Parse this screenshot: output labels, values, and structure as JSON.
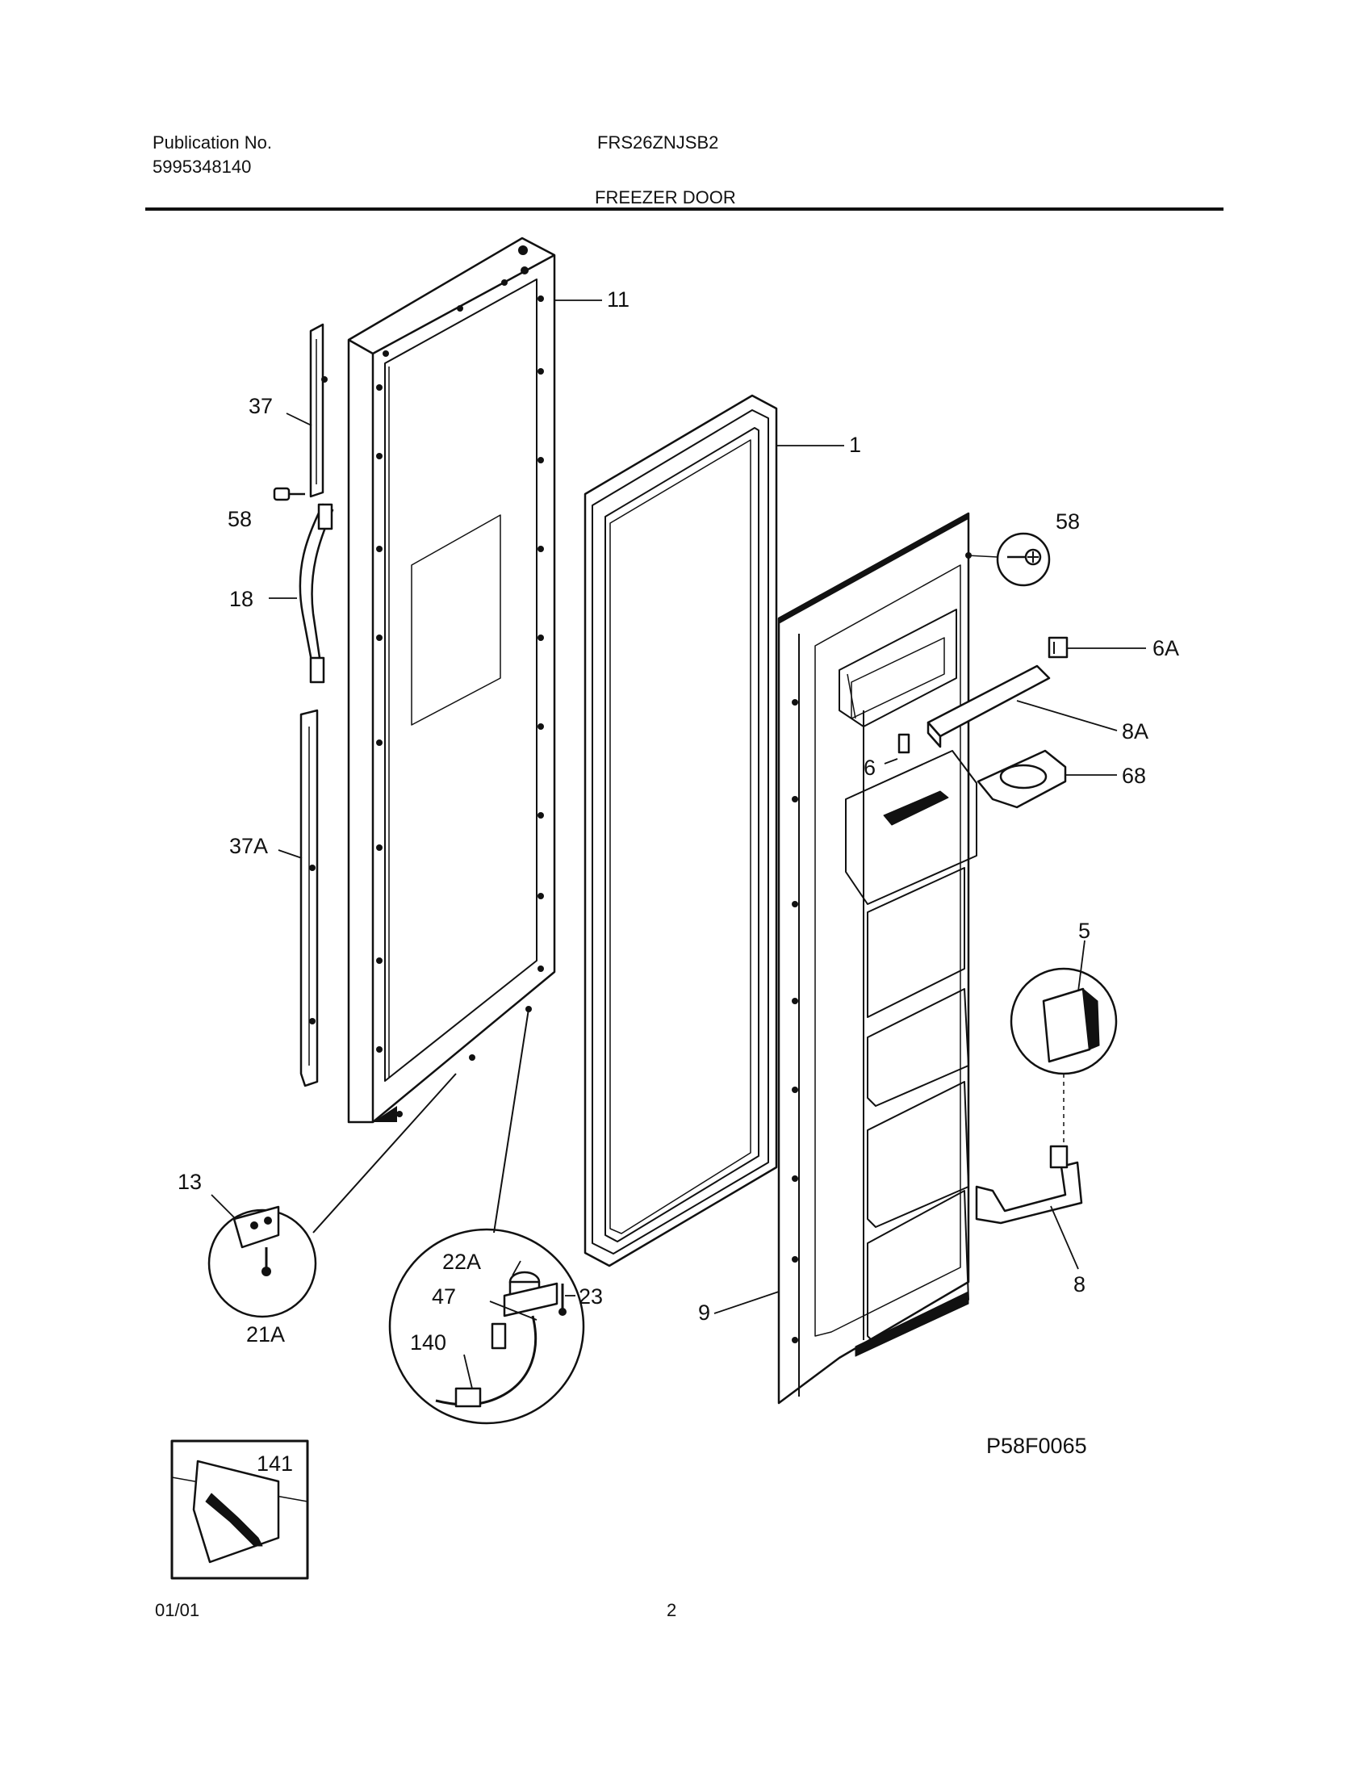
{
  "header": {
    "publication_label": "Publication No.",
    "publication_number": "5995348140",
    "model": "FRS26ZNJSB2",
    "section_title": "FREEZER DOOR"
  },
  "callouts": {
    "c11": "11",
    "c1": "1",
    "c37": "37",
    "c58_left": "58",
    "c18": "18",
    "c37a": "37A",
    "c13": "13",
    "c21a": "21A",
    "c22a": "22A",
    "c23": "23",
    "c47": "47",
    "c140": "140",
    "c58_right": "58",
    "c6a": "6A",
    "c8a": "8A",
    "c6": "6",
    "c68": "68",
    "c5": "5",
    "c8": "8",
    "c9": "9",
    "c141": "141"
  },
  "diagram_code": "P58F0065",
  "footer": {
    "date": "01/01",
    "page": "2"
  }
}
